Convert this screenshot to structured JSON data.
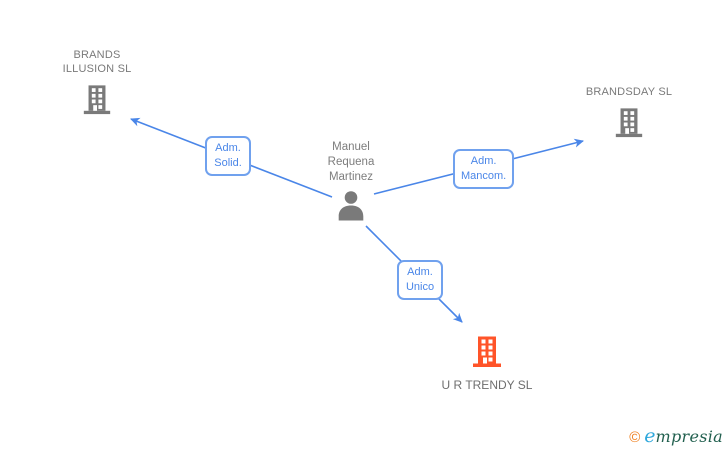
{
  "colors": {
    "edge_blue": "#4a86e8",
    "label_border_blue": "#70a1ee",
    "label_text_blue": "#4a86e8",
    "node_icon_gray": "#7a7a7a",
    "node_text_gray": "#7a7a7a",
    "highlight_company_orange": "#ff5429",
    "logo_copyright_orange": "#ef7d1a",
    "logo_initial_blue": "#2fa8dc",
    "logo_text_green": "#22604f",
    "background": "#ffffff"
  },
  "diagram": {
    "person": {
      "name_line1": "Manuel",
      "name_line2": "Requena",
      "name_line3": "Martinez"
    },
    "companies": {
      "brands_illusion": {
        "name_line1": "BRANDS",
        "name_line2": "ILLUSION SL"
      },
      "brandsday": {
        "name_line1": "BRANDSDAY SL"
      },
      "ur_trendy": {
        "name_line1": "U R TRENDY SL"
      }
    },
    "edges": {
      "solid": {
        "line1": "Adm.",
        "line2": "Solid."
      },
      "mancom": {
        "line1": "Adm.",
        "line2": "Mancom."
      },
      "unico": {
        "line1": "Adm.",
        "line2": "Unico"
      }
    }
  },
  "footer": {
    "copyright": "©",
    "brand_initial": "e",
    "brand_rest": "mpresia"
  }
}
